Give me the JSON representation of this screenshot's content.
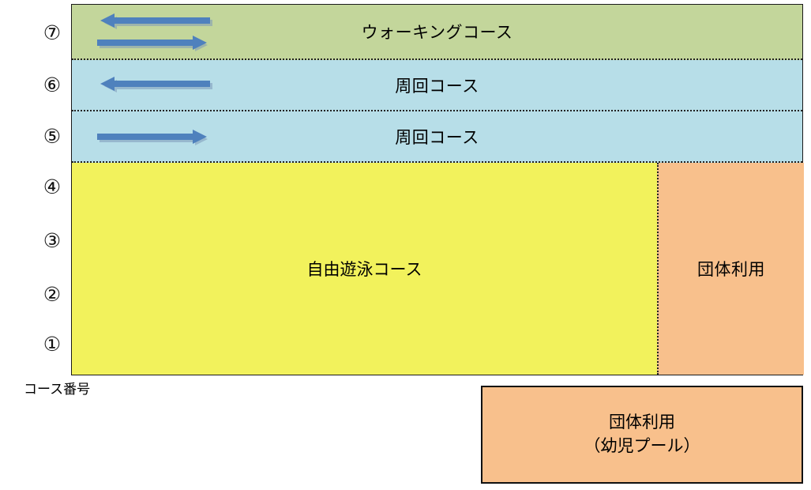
{
  "diagram": {
    "title": "",
    "caption": "コース番号",
    "colors": {
      "walking": "#C3D69B",
      "lap": "#B7DEE8",
      "free_swim": "#F2F25C",
      "group_use": "#F8C08C",
      "arrow": "#4F81BD",
      "border": "#111111"
    },
    "lane_numbers": [
      {
        "label": "⑦",
        "lane": 7
      },
      {
        "label": "⑥",
        "lane": 6
      },
      {
        "label": "⑤",
        "lane": 5
      },
      {
        "label": "④",
        "lane": 4
      },
      {
        "label": "③",
        "lane": 3
      },
      {
        "label": "②",
        "lane": 2
      },
      {
        "label": "①",
        "lane": 1
      }
    ],
    "bands": [
      {
        "id": "walking",
        "label": "ウォーキングコース",
        "lanes": [
          7
        ],
        "arrows": [
          "left",
          "right"
        ]
      },
      {
        "id": "lap6",
        "label": "周回コース",
        "lanes": [
          6
        ],
        "arrows": [
          "left"
        ]
      },
      {
        "id": "lap5",
        "label": "周回コース",
        "lanes": [
          5
        ],
        "arrows": [
          "right"
        ]
      },
      {
        "id": "free",
        "label": "自由遊泳コース",
        "lanes": [
          4,
          3,
          2,
          1
        ],
        "arrows": []
      }
    ],
    "group_block": {
      "label": "団体利用"
    },
    "kiddie_pool": {
      "line1": "団体利用",
      "line2": "（幼児プール）"
    }
  }
}
